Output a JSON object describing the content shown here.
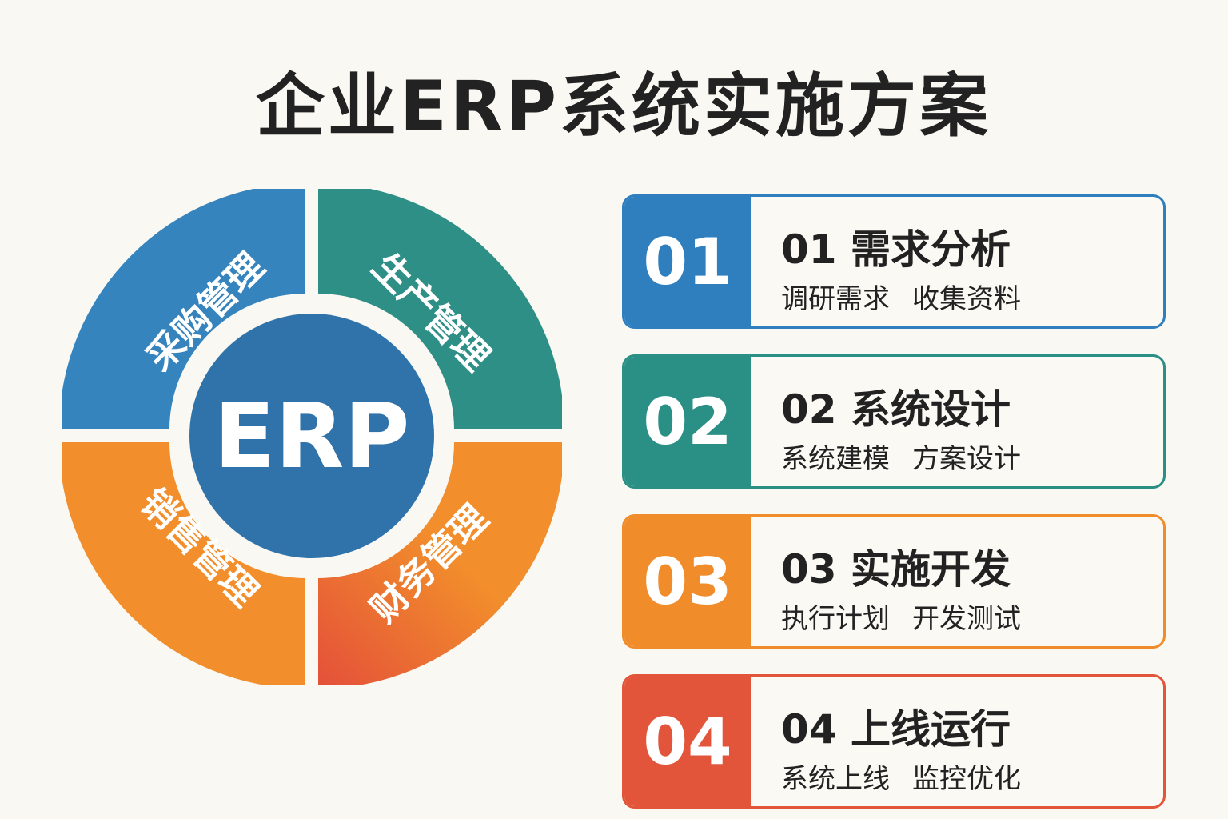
{
  "title": "企业ERP系统实施方案",
  "wheel": {
    "center": "ERP",
    "quadrants": [
      {
        "label": "采购管理",
        "color": "#3584be"
      },
      {
        "label": "生产管理",
        "color": "#2e8f86"
      },
      {
        "label": "销售管理",
        "color": "#f28e2b"
      },
      {
        "label": "财务管理",
        "color": "#e9643a"
      }
    ],
    "center_color": "#2f73aa"
  },
  "steps": [
    {
      "num": "01",
      "title": "01 需求分析",
      "items": [
        "调研需求",
        "收集资料"
      ],
      "color": "#2f7fbf"
    },
    {
      "num": "02",
      "title": "02 系统设计",
      "items": [
        "系统建模",
        "方案设计"
      ],
      "color": "#2a8f84"
    },
    {
      "num": "03",
      "title": "03 实施开发",
      "items": [
        "执行计划",
        "开发测试"
      ],
      "color": "#f08c2a"
    },
    {
      "num": "04",
      "title": "04 上线运行",
      "items": [
        "系统上线",
        "监控优化"
      ],
      "color": "#e2553a"
    }
  ]
}
